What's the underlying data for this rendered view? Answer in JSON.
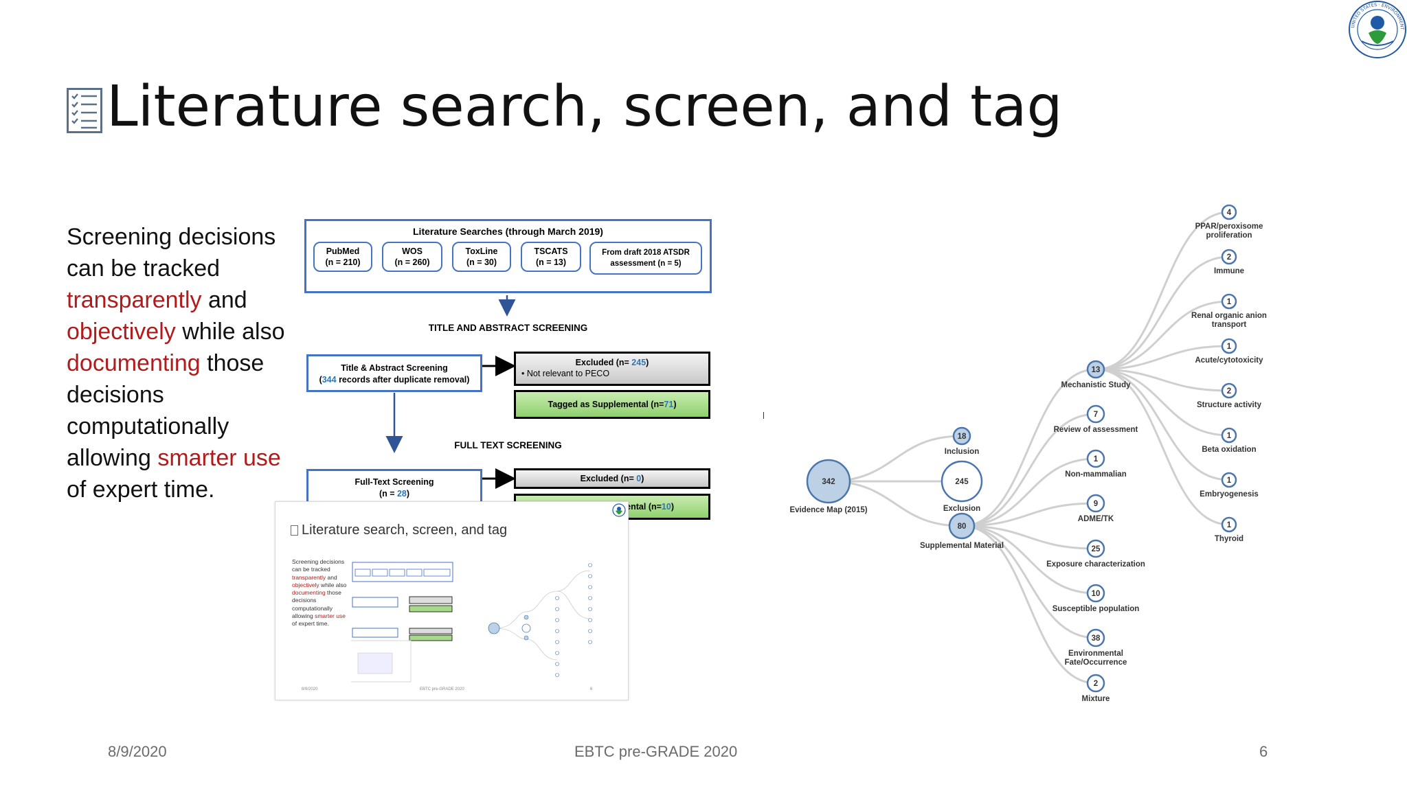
{
  "slide": {
    "title": "Literature search, screen, and tag",
    "body_segments": [
      {
        "text": "Screening decisions can be tracked ",
        "red": false
      },
      {
        "text": "transparently",
        "red": true
      },
      {
        "text": " and ",
        "red": false
      },
      {
        "text": "objectively",
        "red": true
      },
      {
        "text": " while also ",
        "red": false
      },
      {
        "text": "documenting",
        "red": true
      },
      {
        "text": " those decisions computationally allowing ",
        "red": false
      },
      {
        "text": "smarter use",
        "red": true
      },
      {
        "text": " of expert time.",
        "red": false
      }
    ],
    "accent_red": "#b01c1c"
  },
  "flowchart": {
    "searches_title": "Literature Searches (through March 2019)",
    "sources": [
      {
        "name": "PubMed",
        "count": "(n = 210)"
      },
      {
        "name": "WOS",
        "count": "(n = 260)"
      },
      {
        "name": "ToxLine",
        "count": "(n = 30)"
      },
      {
        "name": "TSCATS",
        "count": "(n = 13)"
      },
      {
        "name": "From draft 2018 ATSDR",
        "count": "assessment (n = 5)"
      }
    ],
    "ta_heading": "TITLE AND ABSTRACT SCREENING",
    "ta_box_line1": "Title & Abstract Screening",
    "ta_box_count": "344",
    "ta_box_line2_rest": " records after duplicate removal)",
    "excluded1_prefix": "Excluded (n= ",
    "excluded1_count": "245",
    "excluded1_reason": "Not relevant to PECO",
    "supp1_prefix": "Tagged as Supplemental (n= ",
    "supp1_count": "71",
    "ft_heading": "FULL TEXT SCREENING",
    "ft_box_line1": "Full-Text Screening",
    "ft_box_count": "28",
    "excluded2_prefix": "Excluded (n= ",
    "excluded2_count": "0",
    "supp2_visible": "ental (n= ",
    "supp2_count": "10"
  },
  "inset": {
    "title": "Literature search, screen, and tag",
    "date": "8/9/2020",
    "footer_center": "EBTC pre-GRADE 2020",
    "page": "6"
  },
  "tree": {
    "root": {
      "count": "342",
      "label": "Evidence Map (2015)"
    },
    "level1": [
      {
        "count": "18",
        "label": "Inclusion"
      },
      {
        "count": "245",
        "label": "Exclusion"
      },
      {
        "count": "80",
        "label": "Supplemental Material"
      }
    ],
    "level2": [
      {
        "count": "13",
        "label": "Mechanistic Study"
      },
      {
        "count": "7",
        "label": "Review of assessment"
      },
      {
        "count": "1",
        "label": "Non-mammalian"
      },
      {
        "count": "9",
        "label": "ADME/TK"
      },
      {
        "count": "25",
        "label": "Exposure characterization"
      },
      {
        "count": "10",
        "label": "Susceptible population"
      },
      {
        "count": "38",
        "label": "Environmental Fate/Occurrence"
      },
      {
        "count": "2",
        "label": "Mixture"
      }
    ],
    "level3": [
      {
        "count": "4",
        "label": "PPAR/peroxisome proliferation"
      },
      {
        "count": "2",
        "label": "Immune"
      },
      {
        "count": "1",
        "label": "Renal organic anion transport"
      },
      {
        "count": "1",
        "label": "Acute/cytotoxicity"
      },
      {
        "count": "2",
        "label": "Structure activity"
      },
      {
        "count": "1",
        "label": "Beta oxidation"
      },
      {
        "count": "1",
        "label": "Embryogenesis"
      },
      {
        "count": "1",
        "label": "Thyroid"
      }
    ],
    "node_fill": "#bcd0e6",
    "node_stroke": "#4a76ad",
    "link_color": "#cfcfcf"
  },
  "footer": {
    "date": "8/9/2020",
    "center": "EBTC pre-GRADE 2020",
    "page": "6"
  },
  "logo": {
    "name": "epa-seal-icon",
    "ring_text": "UNITED STATES · ENVIRONMENTAL PROTECTION AGENCY"
  }
}
